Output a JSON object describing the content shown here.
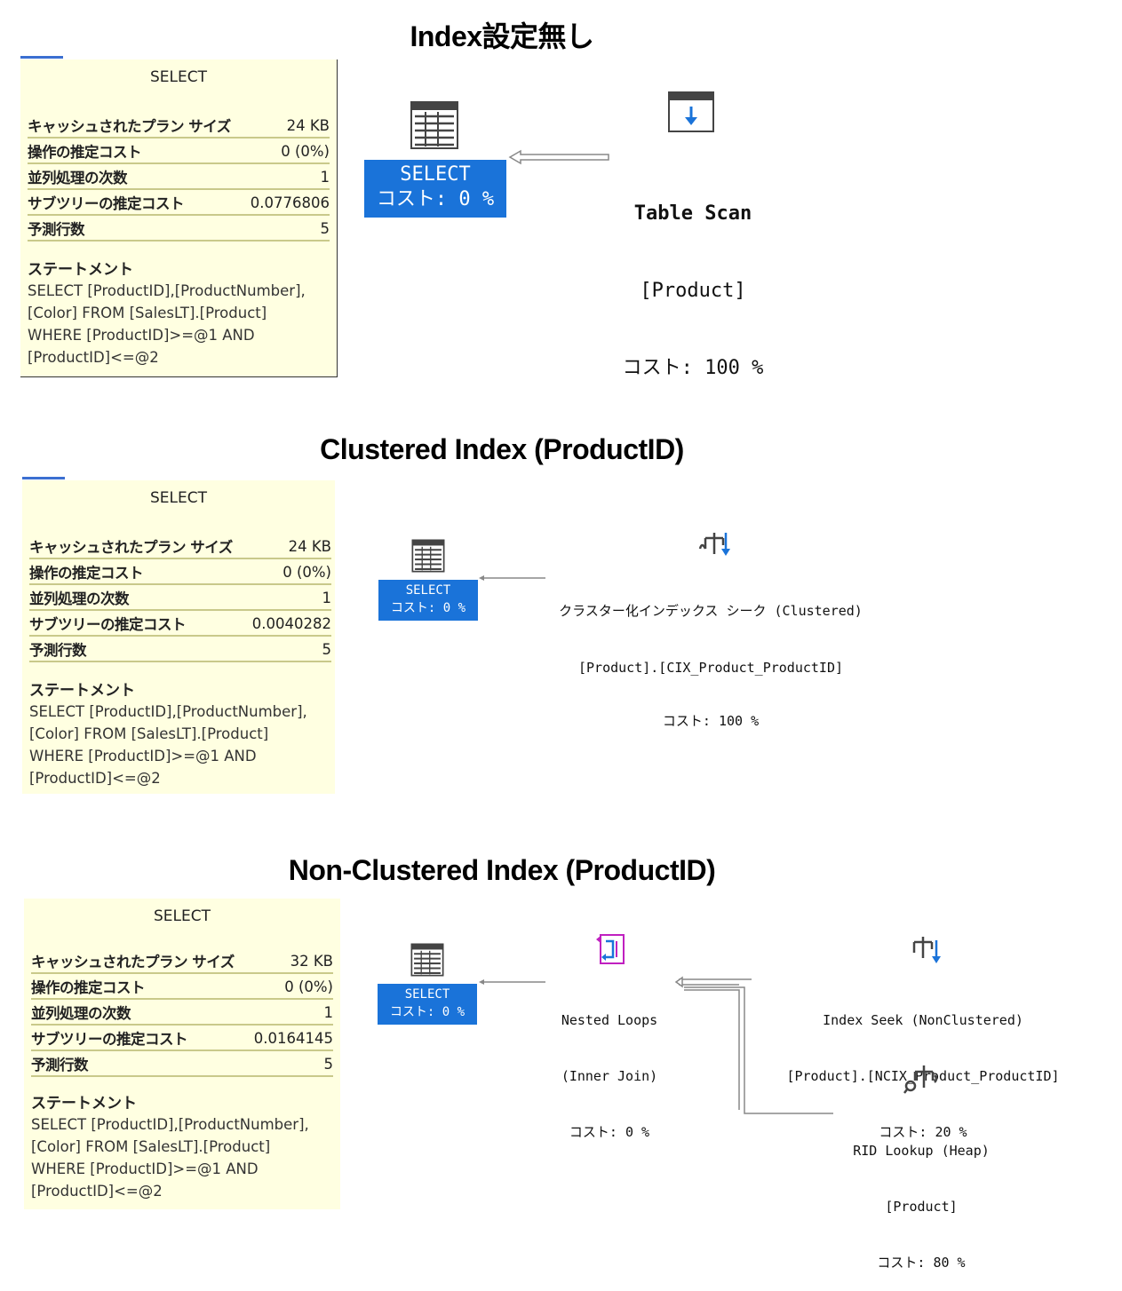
{
  "sections": [
    {
      "title": "Index設定無し",
      "panel": {
        "title": "SELECT",
        "rows": [
          {
            "key": "キャッシュされたプラン サイズ",
            "value": "24 KB"
          },
          {
            "key": "操作の推定コスト",
            "value": "0 (0%)"
          },
          {
            "key": "並列処理の次数",
            "value": "1"
          },
          {
            "key": "サブツリーの推定コスト",
            "value": "0.0776806"
          },
          {
            "key": "予測行数",
            "value": "5"
          }
        ],
        "statement_label": "ステートメント",
        "statement_lines": [
          "SELECT [ProductID],[ProductNumber],",
          "[Color] FROM [SalesLT].[Product]",
          "WHERE [ProductID]>=@1 AND",
          "[ProductID]<=@2"
        ]
      },
      "select_node": {
        "label": "SELECT",
        "cost": "コスト: 0 %"
      },
      "nodes": [
        {
          "icon": "table-scan-icon",
          "line1": "Table Scan",
          "line2": "[Product]",
          "line3": "コスト: 100 %"
        }
      ]
    },
    {
      "title": "Clustered Index (ProductID)",
      "panel": {
        "title": "SELECT",
        "rows": [
          {
            "key": "キャッシュされたプラン サイズ",
            "value": "24 KB"
          },
          {
            "key": "操作の推定コスト",
            "value": "0 (0%)"
          },
          {
            "key": "並列処理の次数",
            "value": "1"
          },
          {
            "key": "サブツリーの推定コスト",
            "value": "0.0040282"
          },
          {
            "key": "予測行数",
            "value": "5"
          }
        ],
        "statement_label": "ステートメント",
        "statement_lines": [
          "SELECT [ProductID],[ProductNumber],",
          "[Color] FROM [SalesLT].[Product]",
          "WHERE [ProductID]>=@1 AND",
          "[ProductID]<=@2"
        ]
      },
      "select_node": {
        "label": "SELECT",
        "cost": "コスト: 0 %"
      },
      "nodes": [
        {
          "icon": "clustered-index-seek-icon",
          "line1": "クラスター化インデックス シーク (Clustered)",
          "line2": "[Product].[CIX_Product_ProductID]",
          "line3": "コスト: 100 %"
        }
      ]
    },
    {
      "title": "Non-Clustered Index (ProductID)",
      "panel": {
        "title": "SELECT",
        "rows": [
          {
            "key": "キャッシュされたプラン サイズ",
            "value": "32 KB"
          },
          {
            "key": "操作の推定コスト",
            "value": "0 (0%)"
          },
          {
            "key": "並列処理の次数",
            "value": "1"
          },
          {
            "key": "サブツリーの推定コスト",
            "value": "0.0164145"
          },
          {
            "key": "予測行数",
            "value": "5"
          }
        ],
        "statement_label": "ステートメント",
        "statement_lines": [
          "SELECT [ProductID],[ProductNumber],",
          "[Color] FROM [SalesLT].[Product]",
          "WHERE [ProductID]>=@1 AND",
          "[ProductID]<=@2"
        ]
      },
      "select_node": {
        "label": "SELECT",
        "cost": "コスト: 0 %"
      },
      "nodes": [
        {
          "icon": "nested-loops-icon",
          "line1": "Nested Loops",
          "line2": "(Inner Join)",
          "line3": "コスト: 0 %"
        },
        {
          "icon": "index-seek-icon",
          "line1": "Index Seek (NonClustered)",
          "line2": "[Product].[NCIX_Product_ProductID]",
          "line3": "コスト: 20 %"
        },
        {
          "icon": "rid-lookup-icon",
          "line1": "RID Lookup (Heap)",
          "line2": "[Product]",
          "line3": "コスト: 80 %"
        }
      ]
    }
  ],
  "colors": {
    "panel_bg": "#ffffe1",
    "select_bg": "#1a73d9",
    "row_rule": "#c9c98a",
    "accent_blue": "#1a73d9",
    "accent_magenta": "#c020c0"
  }
}
